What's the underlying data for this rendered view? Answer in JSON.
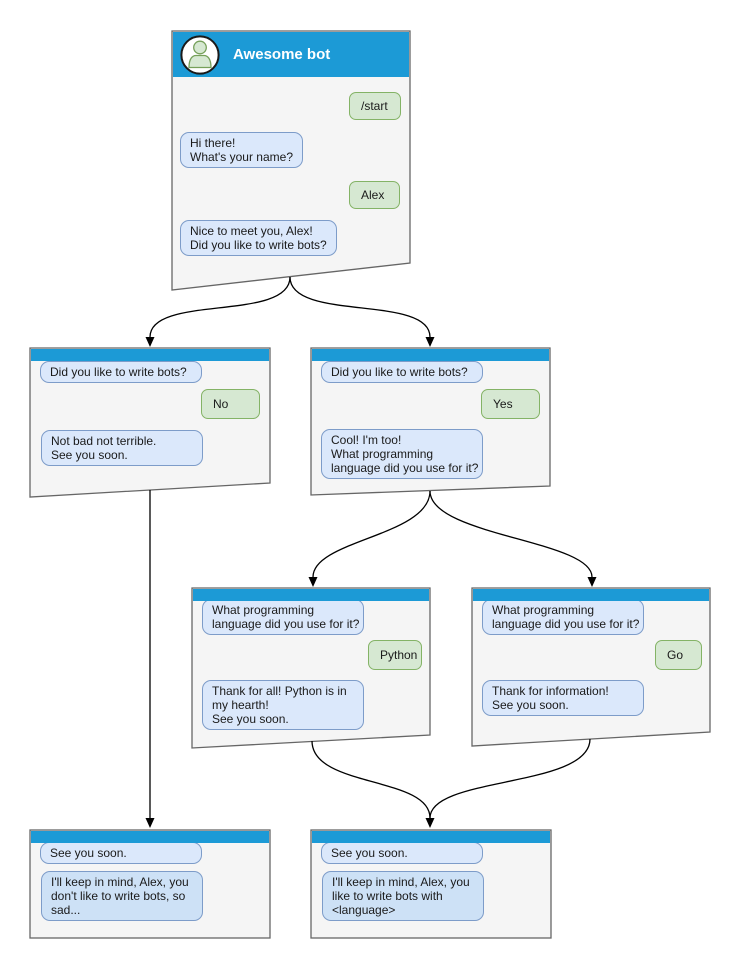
{
  "app": {
    "title": "Awesome bot"
  },
  "colors": {
    "header_blue": "#1c9ad6",
    "window_fill": "#f5f5f5",
    "window_border": "#666666",
    "bot_bubble_fill": "#dbe8fb",
    "bot_bubble_fill_dark": "#cde1f6",
    "bot_bubble_stroke": "#7d9cc9",
    "user_bubble_fill": "#d6e8d2",
    "user_bubble_stroke": "#84b366",
    "connector": "#000000",
    "title_text": "#ffffff"
  },
  "icons": {
    "avatar": "person-icon"
  },
  "windows": {
    "main": {
      "title": "Awesome bot",
      "messages": [
        {
          "side": "user",
          "text": "/start"
        },
        {
          "side": "bot",
          "text": "Hi there!\nWhat's your name?"
        },
        {
          "side": "user",
          "text": "Alex"
        },
        {
          "side": "bot",
          "text": "Nice to meet you, Alex!\nDid you like to write bots?"
        }
      ]
    },
    "branch_no": {
      "messages": [
        {
          "side": "bot",
          "text": "Did you like to write bots?"
        },
        {
          "side": "user",
          "text": "No"
        },
        {
          "side": "bot",
          "text": "Not bad not terrible.\nSee you soon."
        }
      ]
    },
    "branch_yes": {
      "messages": [
        {
          "side": "bot",
          "text": "Did you like to write bots?"
        },
        {
          "side": "user",
          "text": "Yes"
        },
        {
          "side": "bot",
          "text": "Cool! I'm too!\nWhat programming\nlanguage did you use for it?"
        }
      ]
    },
    "branch_python": {
      "messages": [
        {
          "side": "bot",
          "text": "What programming\nlanguage did you use for it?"
        },
        {
          "side": "user",
          "text": "Python"
        },
        {
          "side": "bot",
          "text": "Thank for all! Python is in\nmy hearth!\nSee you soon."
        }
      ]
    },
    "branch_go": {
      "messages": [
        {
          "side": "bot",
          "text": "What programming\nlanguage did you use for it?"
        },
        {
          "side": "user",
          "text": "Go"
        },
        {
          "side": "bot",
          "text": "Thank for information!\nSee you soon."
        }
      ]
    },
    "end_no": {
      "messages": [
        {
          "side": "bot",
          "text": "See you soon."
        },
        {
          "side": "bot",
          "text": "I'll keep in mind, Alex, you\ndon't like to write bots, so\nsad..."
        }
      ]
    },
    "end_yes": {
      "messages": [
        {
          "side": "bot",
          "text": "See you soon."
        },
        {
          "side": "bot",
          "text": "I'll keep in mind, Alex, you\nlike to write bots with\n<language>"
        }
      ]
    }
  }
}
